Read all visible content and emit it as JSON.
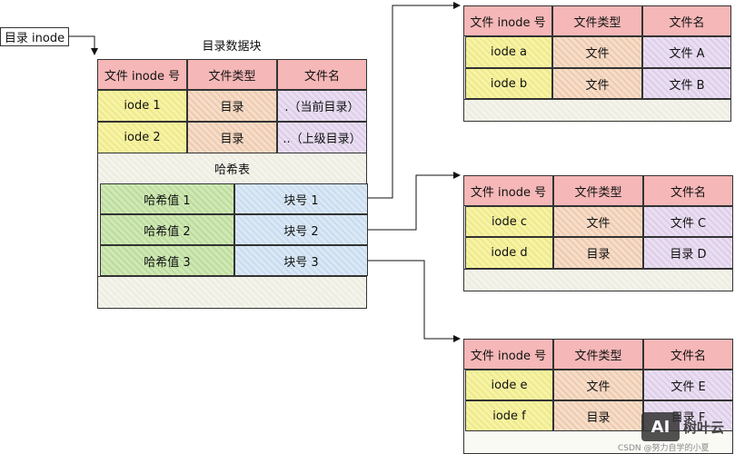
{
  "dir_inode_label": "目录 inode",
  "dir_block": {
    "title": "目录数据块",
    "headers": [
      "文件 inode 号",
      "文件类型",
      "文件名"
    ],
    "rows": [
      [
        "iode 1",
        "目录",
        ".（当前目录）"
      ],
      [
        "iode 2",
        "目录",
        "..（上级目录）"
      ]
    ],
    "hash_label": "哈希表",
    "hash_rows": [
      [
        "哈希值 1",
        "块号 1"
      ],
      [
        "哈希值 2",
        "块号 2"
      ],
      [
        "哈希值 3",
        "块号 3"
      ]
    ]
  },
  "blocks": [
    {
      "headers": [
        "文件 inode 号",
        "文件类型",
        "文件名"
      ],
      "rows": [
        [
          "iode a",
          "文件",
          "文件 A"
        ],
        [
          "iode b",
          "文件",
          "文件 B"
        ]
      ]
    },
    {
      "headers": [
        "文件 inode 号",
        "文件类型",
        "文件名"
      ],
      "rows": [
        [
          "iode c",
          "文件",
          "文件 C"
        ],
        [
          "iode d",
          "目录",
          "目录 D"
        ]
      ]
    },
    {
      "headers": [
        "文件 inode 号",
        "文件类型",
        "文件名"
      ],
      "rows": [
        [
          "iode e",
          "文件",
          "文件 E"
        ],
        [
          "iode f",
          "目录",
          "目录 F"
        ]
      ]
    }
  ],
  "watermark": {
    "logo_text": "AI",
    "brand": "树叶云",
    "credit": "CSDN @努力自学的小夏"
  }
}
